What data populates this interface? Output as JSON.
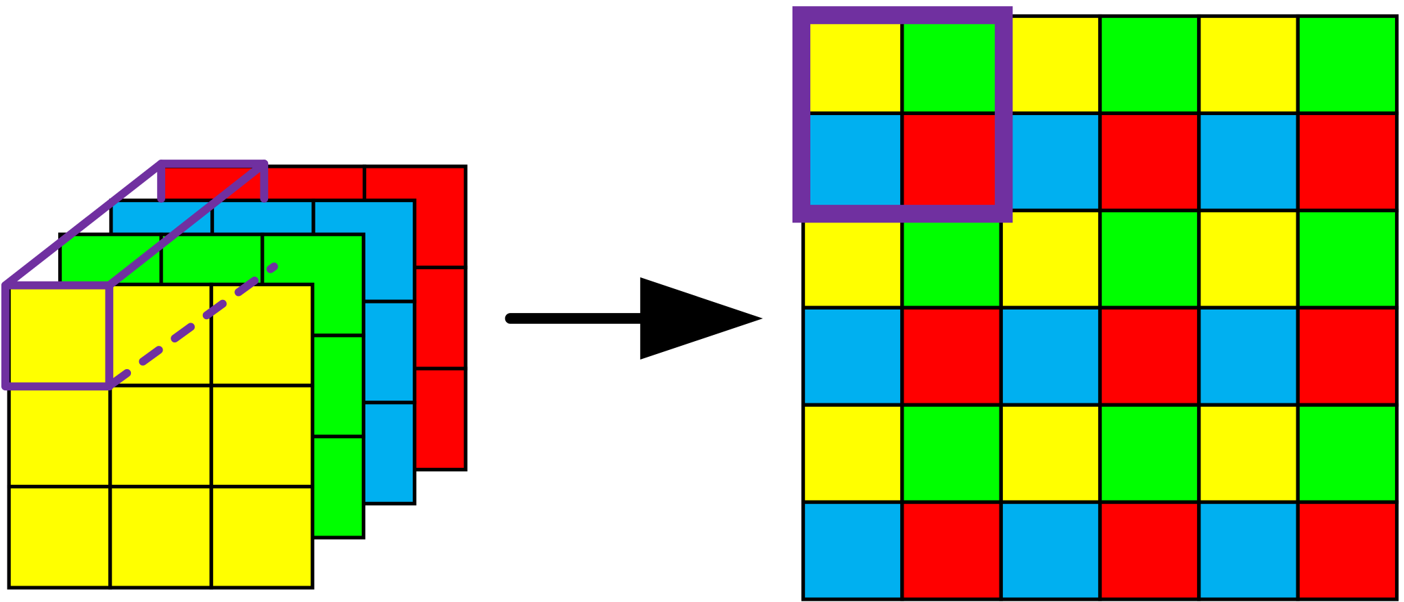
{
  "colors": {
    "yellow": "#ffff00",
    "green": "#00ff00",
    "blue": "#00b0f0",
    "red": "#ff0000",
    "highlight": "#7030a0",
    "grid_line": "#000000",
    "arrow": "#000000"
  },
  "input_tensor": {
    "channels": [
      "red",
      "blue",
      "green",
      "yellow"
    ],
    "rows": 3,
    "cols": 3
  },
  "output_grid": {
    "rows": 6,
    "cols": 6,
    "pattern": [
      [
        "yellow",
        "green"
      ],
      [
        "blue",
        "red"
      ]
    ]
  },
  "arrow": {
    "direction": "right"
  }
}
